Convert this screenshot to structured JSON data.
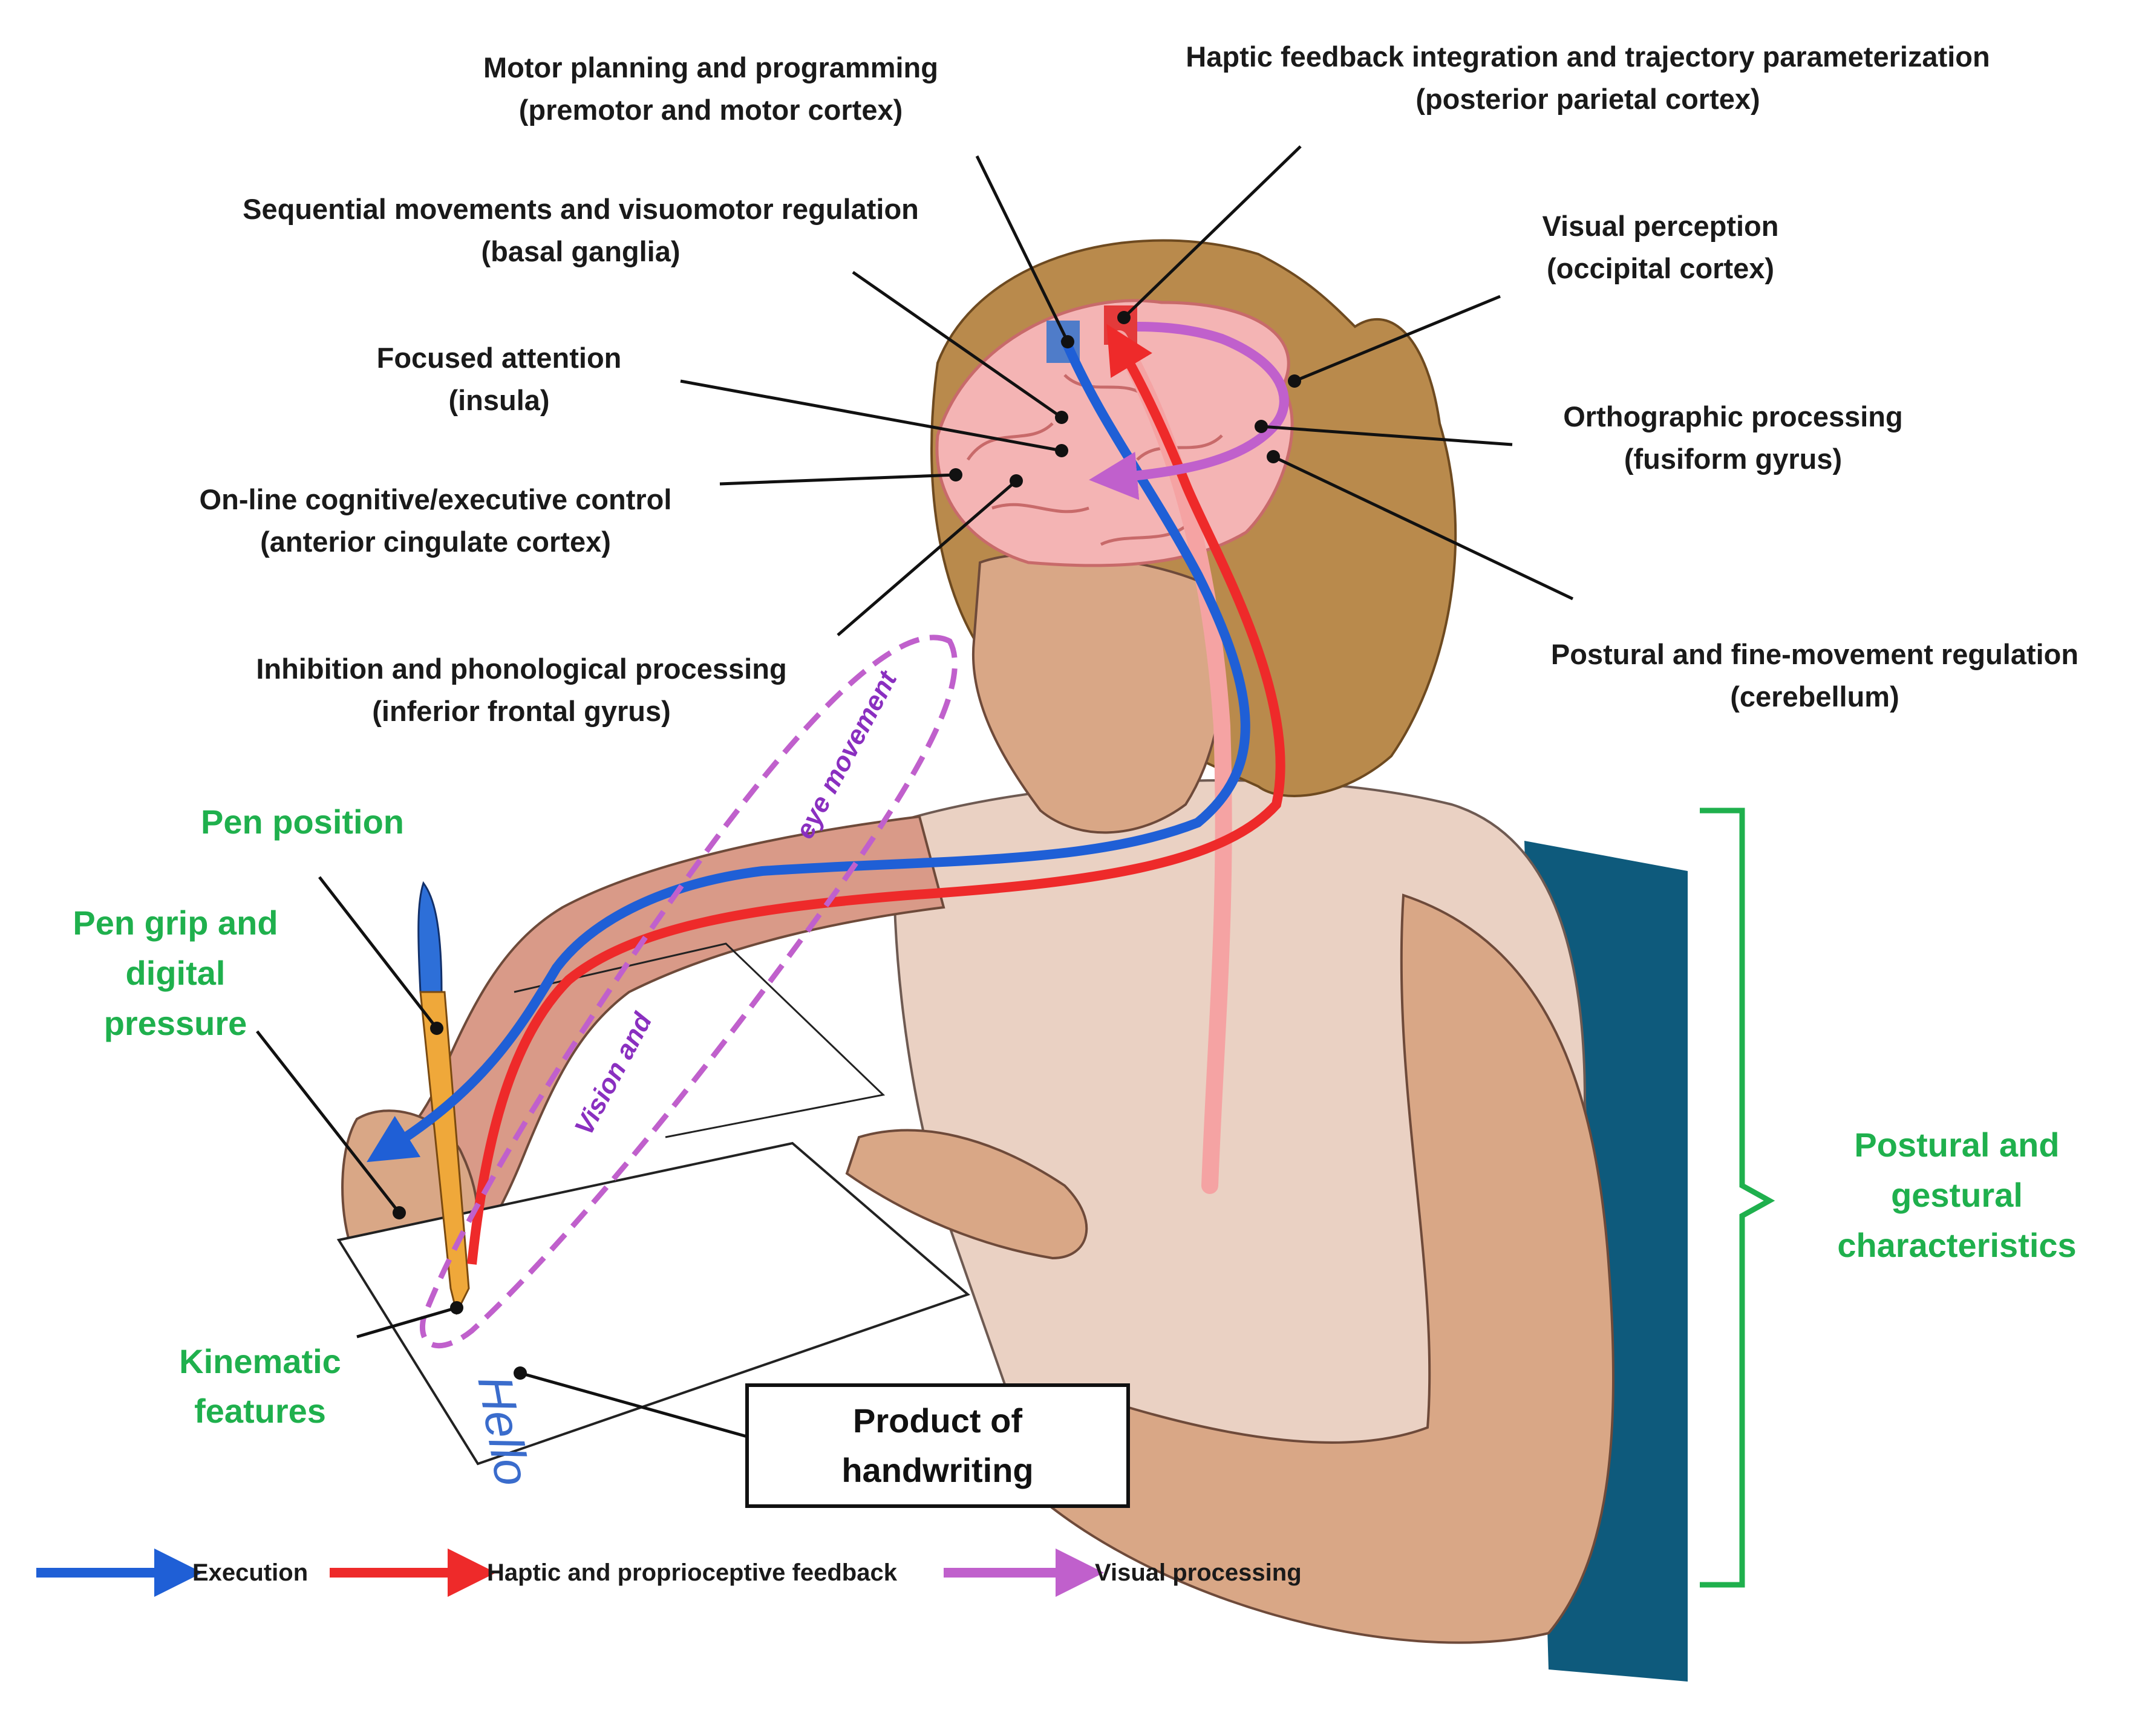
{
  "colors": {
    "execution": "#1f5fd6",
    "haptic": "#ee2a2a",
    "visual": "#c060cc",
    "green_label": "#1fb04d",
    "skin": "#d9a786",
    "hair": "#b98a4c",
    "shirt": "#ead1c3",
    "chair": "#0e5a7c",
    "brain": "#f4b4b4"
  },
  "brain_labels": {
    "motor_planning": {
      "line1": "Motor planning and programming",
      "line2": "(premotor and motor cortex)"
    },
    "haptic_integration": {
      "line1": "Haptic feedback integration and trajectory parameterization",
      "line2": "(posterior parietal cortex)"
    },
    "sequential": {
      "line1": "Sequential movements and visuomotor regulation",
      "line2": "(basal ganglia)"
    },
    "visual_perception": {
      "line1": "Visual perception",
      "line2": "(occipital cortex)"
    },
    "focused_attention": {
      "line1": "Focused attention",
      "line2": "(insula)"
    },
    "orthographic": {
      "line1": "Orthographic processing",
      "line2": "(fusiform gyrus)"
    },
    "online_control": {
      "line1": "On-line cognitive/executive control",
      "line2": "(anterior cingulate cortex)"
    },
    "postural_fine": {
      "line1": "Postural and fine-movement regulation",
      "line2": "(cerebellum)"
    },
    "inhibition": {
      "line1": "Inhibition and phonological processing",
      "line2": "(inferior frontal gyrus)"
    }
  },
  "green_labels": {
    "pen_position": "Pen position",
    "pen_grip": {
      "line1": "Pen grip and",
      "line2": "digital",
      "line3": "pressure"
    },
    "kinematic": {
      "line1": "Kinematic",
      "line2": "features"
    },
    "postural_gestural": {
      "line1": "Postural and",
      "line2": "gestural",
      "line3": "characteristics"
    }
  },
  "eye_loop": {
    "part1": "Vision and",
    "part2": "eye movement"
  },
  "product_box": {
    "line1": "Product of",
    "line2": "handwriting"
  },
  "paper_text": "Hello",
  "legend": {
    "execution": "Execution",
    "haptic": "Haptic and proprioceptive feedback",
    "visual": "Visual processing"
  }
}
